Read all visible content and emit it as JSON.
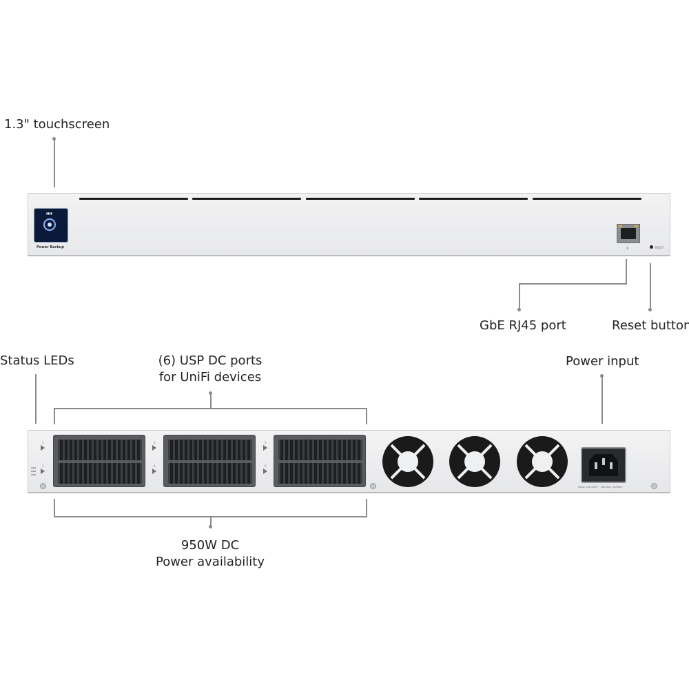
{
  "labels": {
    "touchscreen": "1.3\" touchscreen",
    "gbe_port": "GbE RJ45 port",
    "reset_button": "Reset button",
    "status_leds": "Status LEDs",
    "usp_dc_ports_line1": "(6) USP DC ports",
    "usp_dc_ports_line2": "for UniFi devices",
    "power_input": "Power input",
    "power_availability_line1": "950W DC",
    "power_availability_line2": "Power availability"
  },
  "front_panel": {
    "touchscreen_caption": "Power Backup",
    "port_number": "1",
    "reset_text": "RESET"
  },
  "back_panel": {
    "port_numbers": [
      "1",
      "2",
      "3",
      "4",
      "5",
      "6"
    ],
    "power_rating_text": "Input: 100-240V~ 15A Max, 50/60Hz"
  },
  "colors": {
    "leader_line": "#8a8a8a",
    "chassis": "#ececee",
    "touchscreen": "#0b1a3a"
  }
}
